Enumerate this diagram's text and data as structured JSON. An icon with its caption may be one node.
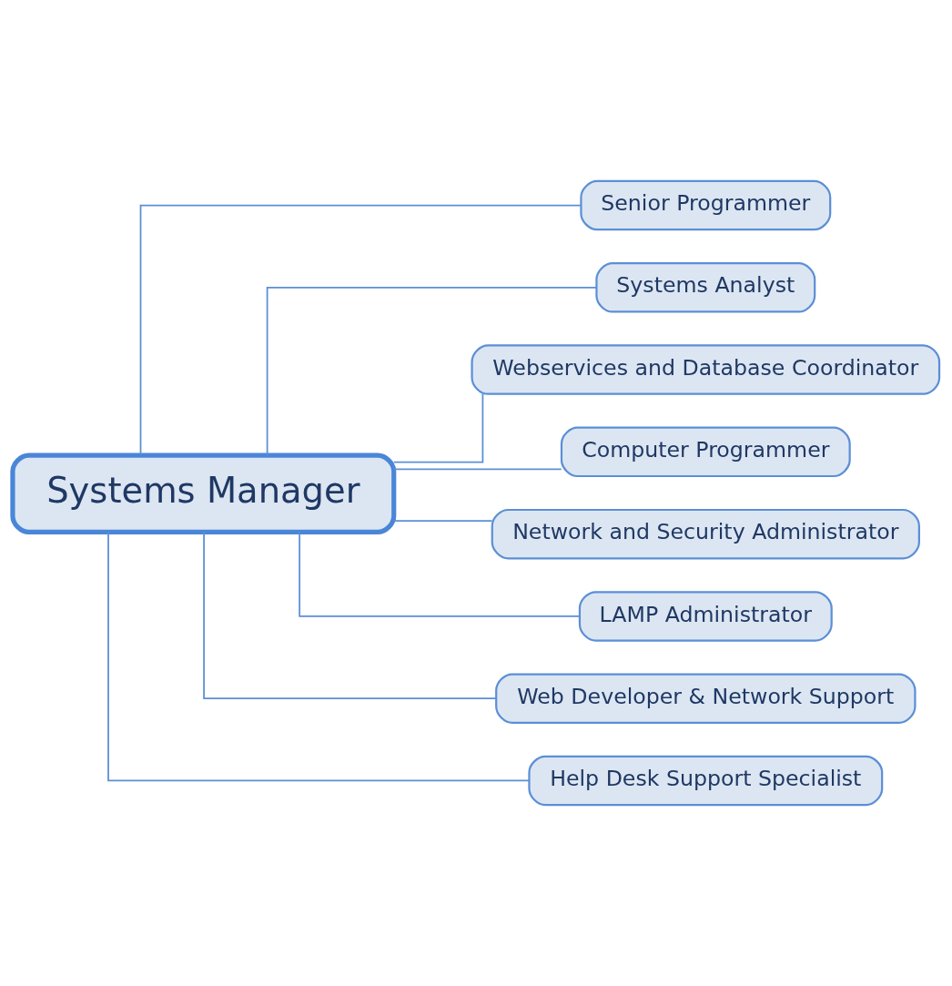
{
  "diagram": {
    "nodes": [
      {
        "text": [
          "Systems Manager"
        ]
      },
      {
        "text": [
          "Senior Programmer"
        ]
      },
      {
        "text": [
          "Systems Analyst"
        ]
      },
      {
        "text": [
          "Webservices and Database Coordinator"
        ]
      },
      {
        "text": [
          "Computer Programmer"
        ]
      },
      {
        "text": [
          "Network and Security Administrator"
        ]
      },
      {
        "text": [
          "LAMP Administrator"
        ]
      },
      {
        "text": [
          "Web Developer & Network Support"
        ]
      },
      {
        "text": [
          "Help Desk Support Specialist"
        ]
      }
    ],
    "edges": [
      {
        "from": 0,
        "to": 1,
        "arrow": "none"
      },
      {
        "from": 0,
        "to": 2,
        "arrow": "none"
      },
      {
        "from": 0,
        "to": 3,
        "arrow": "none"
      },
      {
        "from": 0,
        "to": 4,
        "arrow": "none"
      },
      {
        "from": 0,
        "to": 5,
        "arrow": "none"
      },
      {
        "from": 0,
        "to": 6,
        "arrow": "none"
      },
      {
        "from": 0,
        "to": 7,
        "arrow": "none"
      },
      {
        "from": 0,
        "to": 8,
        "arrow": "none"
      }
    ]
  }
}
